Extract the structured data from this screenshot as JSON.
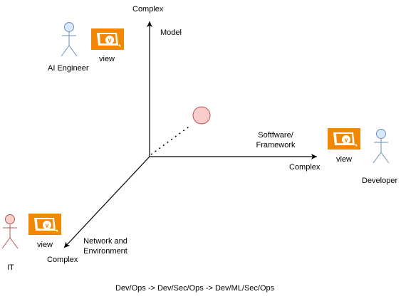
{
  "colors": {
    "axis": "#000000",
    "persona_blue_fill": "#dae8fc",
    "persona_blue_stroke": "#6c8ebf",
    "persona_red_fill": "#f8cecc",
    "persona_red_stroke": "#b85450",
    "view_icon": "#f08705",
    "point_fill": "#f8cecc",
    "point_stroke": "#b85450"
  },
  "axes": {
    "y": {
      "end_label": "Complex",
      "name": "Model"
    },
    "x": {
      "end_label": "Complex",
      "name": "Softfware/\nFramework"
    },
    "z": {
      "end_label": "Complex",
      "name": "Network and\nEnvironment"
    }
  },
  "personas": [
    {
      "id": "ai-engineer",
      "label": "AI Engineer",
      "icon": "actor-icon",
      "color": "blue",
      "view_label": "view"
    },
    {
      "id": "developer",
      "label": "Developer",
      "icon": "actor-icon",
      "color": "blue",
      "view_label": "view"
    },
    {
      "id": "it",
      "label": "IT",
      "icon": "actor-icon",
      "color": "red",
      "view_label": "view"
    }
  ],
  "footer": {
    "text": "Dev/Ops -> Dev/Sec/Ops -> Dev/ML/Sec/Ops"
  }
}
